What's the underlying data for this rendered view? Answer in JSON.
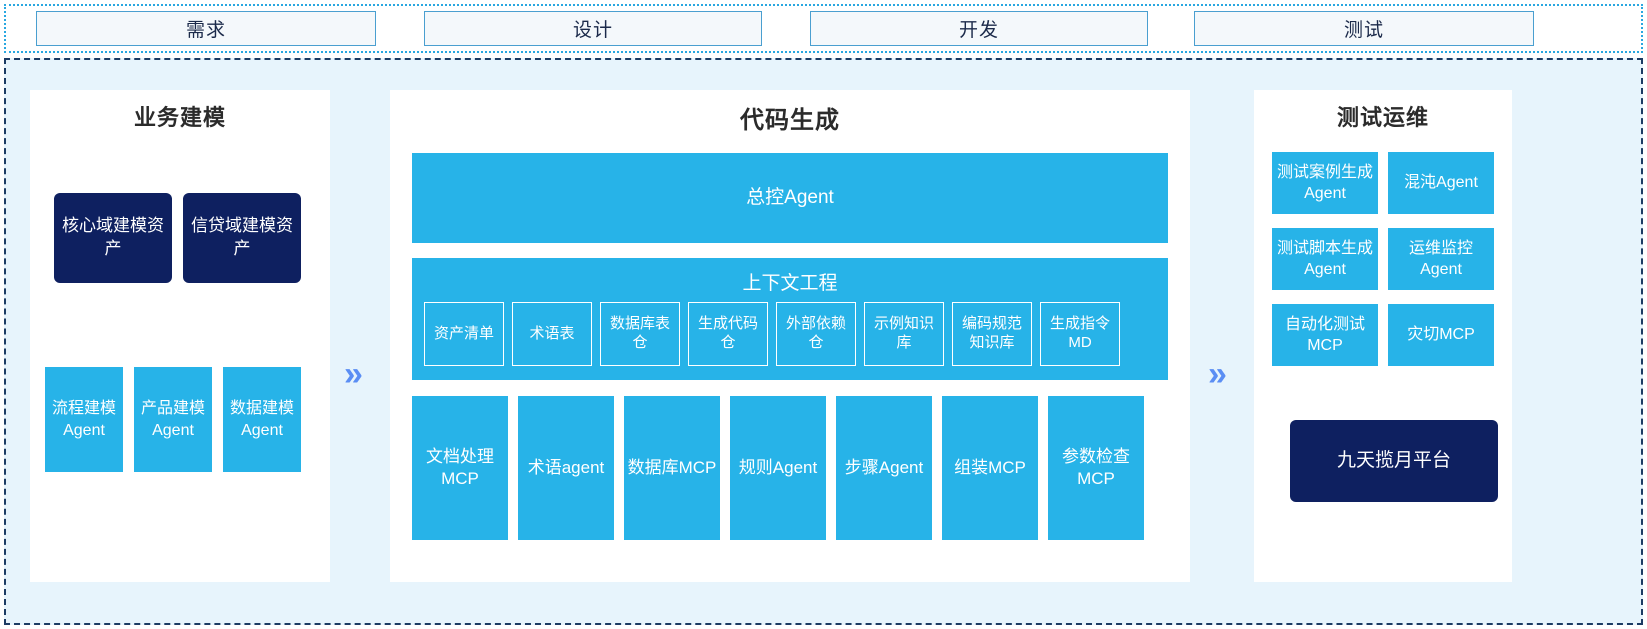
{
  "phases": [
    {
      "label": "需求"
    },
    {
      "label": "设计"
    },
    {
      "label": "开发"
    },
    {
      "label": "测试"
    }
  ],
  "colors": {
    "accent_blue": "#27b3e8",
    "navy": "#0e2060",
    "chevron_blue": "#5b8ef4",
    "panel_bg": "#e7f4fc",
    "phase_border": "#4a9fd0"
  },
  "separators": [
    {
      "icon": "double-chevron-right-icon",
      "glyph": "»"
    },
    {
      "icon": "double-chevron-right-icon",
      "glyph": "»"
    }
  ],
  "panels": {
    "business_modeling": {
      "title": "业务建模",
      "assets": [
        {
          "label": "核心域建模资产"
        },
        {
          "label": "信贷域建模资产"
        }
      ],
      "agents": [
        {
          "label": "流程建模Agent"
        },
        {
          "label": "产品建模Agent"
        },
        {
          "label": "数据建模Agent"
        }
      ]
    },
    "code_generation": {
      "title": "代码生成",
      "master_agent": "总控Agent",
      "context_engineering": {
        "title": "上下文工程",
        "items": [
          {
            "label": "资产清单"
          },
          {
            "label": "术语表"
          },
          {
            "label": "数据库表仓"
          },
          {
            "label": "生成代码仓"
          },
          {
            "label": "外部依赖仓"
          },
          {
            "label": "示例知识库"
          },
          {
            "label": "编码规范知识库"
          },
          {
            "label": "生成指令MD"
          }
        ]
      },
      "tools": [
        {
          "label": "文档处理MCP"
        },
        {
          "label": "术语agent"
        },
        {
          "label": "数据库MCP"
        },
        {
          "label": "规则Agent"
        },
        {
          "label": "步骤Agent"
        },
        {
          "label": "组装MCP"
        },
        {
          "label": "参数检查MCP"
        }
      ]
    },
    "test_ops": {
      "title": "测试运维",
      "items": [
        {
          "label": "测试案例生成Agent"
        },
        {
          "label": "混沌Agent"
        },
        {
          "label": "测试脚本生成Agent"
        },
        {
          "label": "运维监控Agent"
        },
        {
          "label": "自动化测试MCP"
        },
        {
          "label": "灾切MCP"
        }
      ],
      "platform": "九天揽月平台"
    }
  }
}
